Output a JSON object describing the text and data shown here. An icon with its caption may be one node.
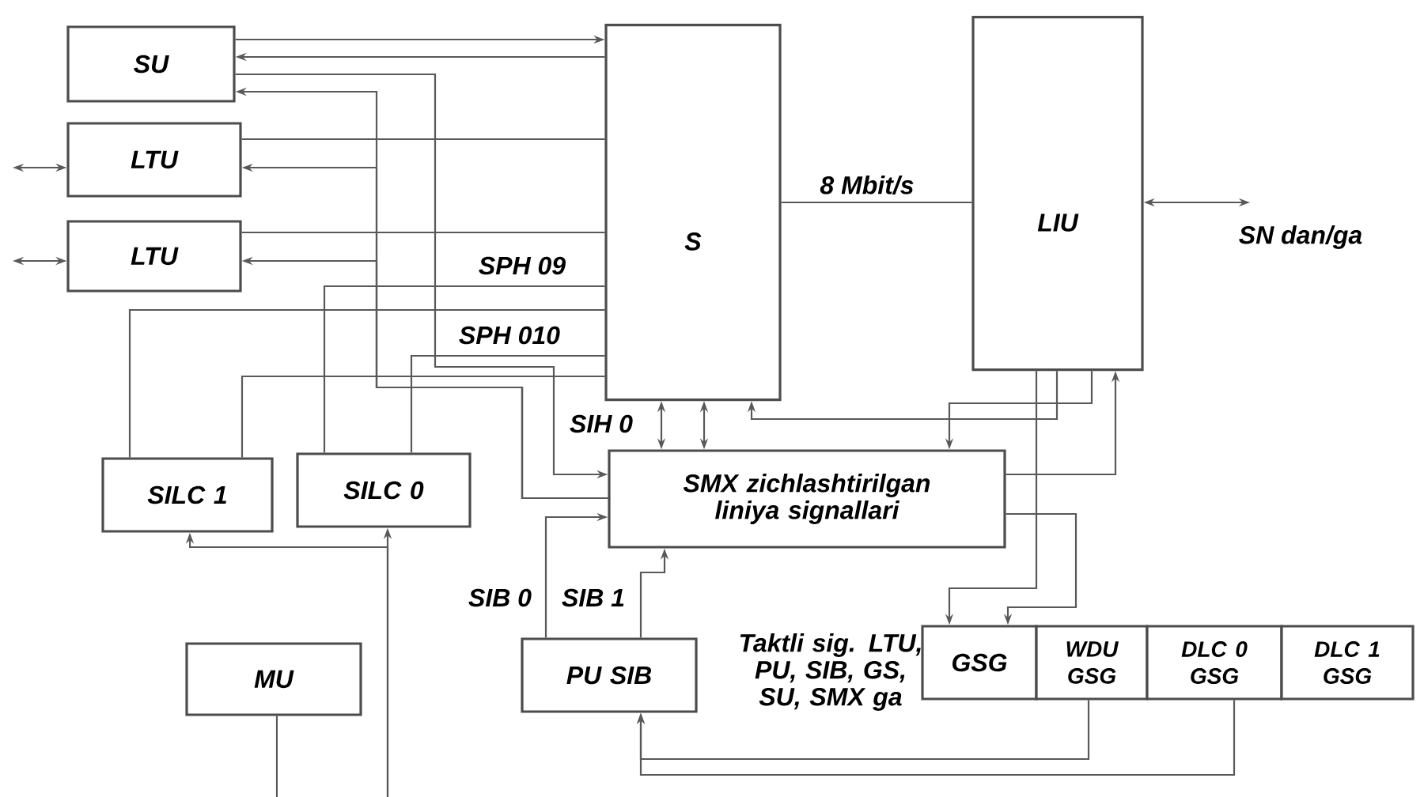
{
  "diagram": {
    "nodes": [
      {
        "text": [
          "SU"
        ]
      },
      {
        "text": [
          "LTU"
        ]
      },
      {
        "text": [
          "LTU"
        ]
      },
      {
        "text": [
          "S"
        ]
      },
      {
        "text": [
          "LIU"
        ]
      },
      {
        "text": [
          "SILC 1"
        ]
      },
      {
        "text": [
          "SILC 0"
        ]
      },
      {
        "text": [
          "SMX zichlashtirilgan liniya signallari"
        ]
      },
      {
        "text": [
          "MU"
        ]
      },
      {
        "text": [
          "PU SIB"
        ]
      },
      {
        "text": [
          "GSG"
        ]
      },
      {
        "text": [
          "WDU GSG"
        ]
      },
      {
        "text": [
          "DLC 0 GSG"
        ]
      },
      {
        "text": [
          "DLC 1 GSG"
        ]
      }
    ],
    "edges": [
      {
        "from": 0,
        "to": 3,
        "arrow": "to"
      },
      {
        "from": 3,
        "to": 0,
        "arrow": "to"
      },
      {
        "from": 0,
        "to": 7,
        "arrow": "to"
      },
      {
        "from": 7,
        "to": 0,
        "arrow": "to"
      },
      {
        "from": 7,
        "to": 1,
        "arrow": "to"
      },
      {
        "from": 7,
        "to": 2,
        "arrow": "to"
      },
      {
        "from": 1,
        "to": 3,
        "arrow": "none"
      },
      {
        "from": 2,
        "to": 3,
        "arrow": "none"
      },
      {
        "from": null,
        "to": 1,
        "arrow": "both"
      },
      {
        "from": null,
        "to": 2,
        "arrow": "both"
      },
      {
        "from": 5,
        "to": 3,
        "arrow": "none"
      },
      {
        "from": 6,
        "to": 3,
        "arrow": "none",
        "label": "SPH 09"
      },
      {
        "from": 6,
        "to": 3,
        "arrow": "none",
        "label": "SPH 010"
      },
      {
        "from": 5,
        "to": 3,
        "arrow": "none"
      },
      {
        "from": 3,
        "to": 7,
        "arrow": "both",
        "label": "SIH 0"
      },
      {
        "from": 3,
        "to": 7,
        "arrow": "both"
      },
      {
        "from": 4,
        "to": 3,
        "arrow": "to"
      },
      {
        "from": 4,
        "to": 7,
        "arrow": "to"
      },
      {
        "from": 7,
        "to": 4,
        "arrow": "to"
      },
      {
        "from": 4,
        "to": 10,
        "arrow": "to"
      },
      {
        "from": 7,
        "to": 10,
        "arrow": "to"
      },
      {
        "from": 9,
        "to": 7,
        "arrow": "to",
        "label": "SIB 0"
      },
      {
        "from": 9,
        "to": 7,
        "arrow": "to",
        "label": "SIB 1"
      },
      {
        "from": 12,
        "to": 9,
        "arrow": "to"
      },
      {
        "from": 11,
        "to": 9,
        "arrow": "to"
      },
      {
        "from": 8,
        "to": null,
        "arrow": "none"
      },
      {
        "from": null,
        "to": 6,
        "arrow": "to"
      },
      {
        "from": null,
        "to": 5,
        "arrow": "to"
      },
      {
        "from": 3,
        "to": 4,
        "arrow": "none",
        "label": "8 Mbit/s"
      },
      {
        "from": 4,
        "to": null,
        "arrow": "both",
        "label": "SN dan/ga"
      }
    ],
    "labels": [
      "Taktli sig. LTU, PU, SIB, GS, SU, SMX ga"
    ]
  }
}
